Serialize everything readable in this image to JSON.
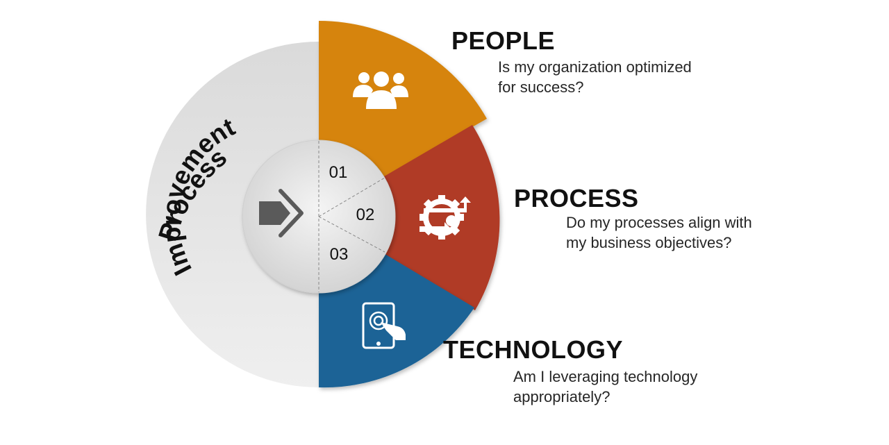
{
  "colors": {
    "people": "#D6840A",
    "process": "#B03A27",
    "technology": "#1D6496",
    "ring": "#E4E4E4",
    "hub": "#E9E9E9",
    "hub_arrow": "#5A5A5A",
    "icon": "#FFFFFF"
  },
  "ring_title": {
    "line1": "Process",
    "line2": "Improvement"
  },
  "hub": {
    "icon": "arrow-right-icon",
    "segment_numbers": [
      "01",
      "02",
      "03"
    ]
  },
  "sections": [
    {
      "key": "people",
      "heading": "PEOPLE",
      "description_lines": [
        "Is my organization optimized",
        "for success?"
      ],
      "icon": "people-group-icon"
    },
    {
      "key": "process",
      "heading": "PROCESS",
      "description_lines": [
        "Do my processes align with",
        "my business objectives?"
      ],
      "icon": "gear-cycle-icon"
    },
    {
      "key": "technology",
      "heading": "TECHNOLOGY",
      "description_lines": [
        "Am I leveraging technology",
        "appropriately?"
      ],
      "icon": "tablet-touch-icon"
    }
  ]
}
